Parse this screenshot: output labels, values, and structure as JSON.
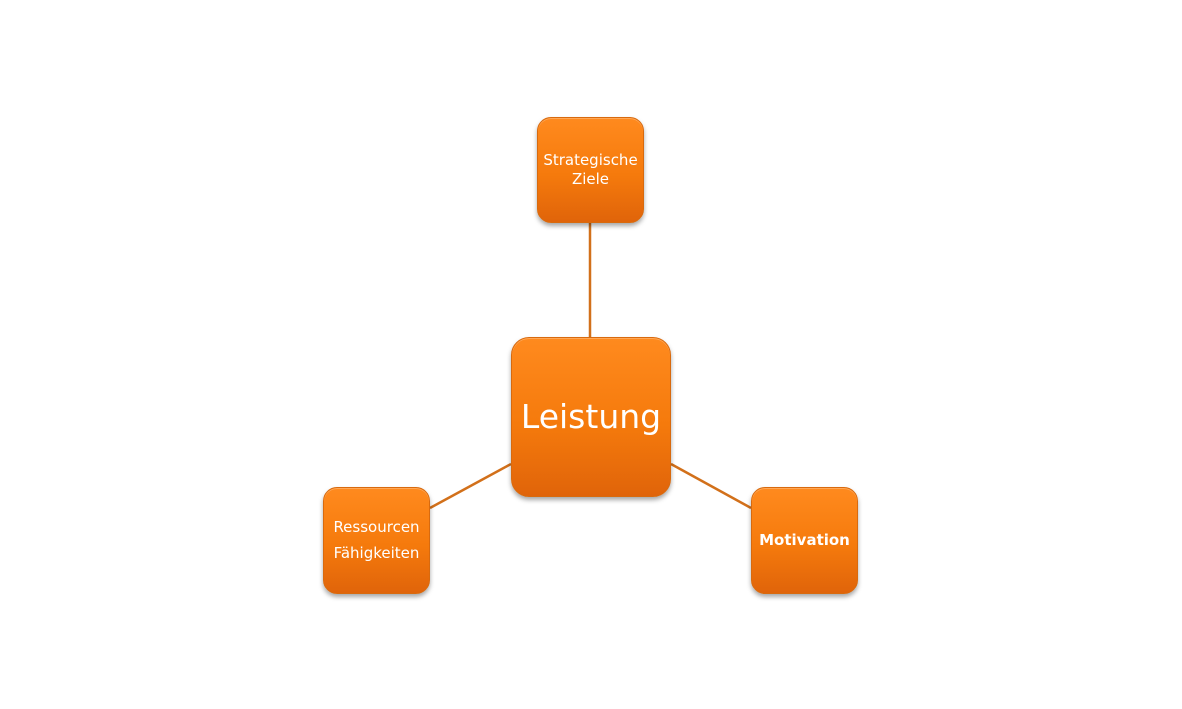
{
  "diagram": {
    "colors": {
      "node_fill": "#f57a0c",
      "connector": "#d2701a",
      "text": "#ffffff"
    },
    "center": {
      "label": "Leistung"
    },
    "top": {
      "line1": "Strategische",
      "line2": "Ziele"
    },
    "left": {
      "line1": "Ressourcen",
      "line2": "Fähigkeiten"
    },
    "right": {
      "label": "Motivation"
    }
  }
}
